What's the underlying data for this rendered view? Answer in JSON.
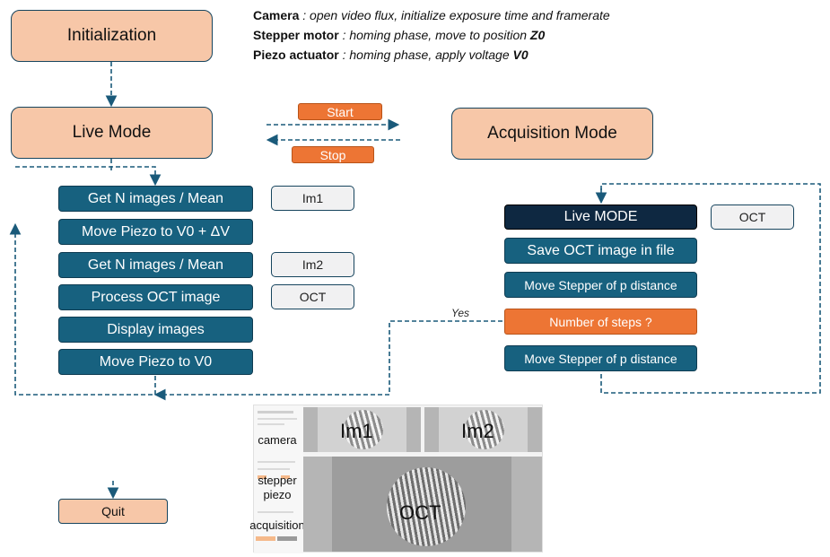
{
  "notes": [
    {
      "bold": "Camera",
      "text": " : open video flux, initialize exposure time and framerate",
      "tail": ""
    },
    {
      "bold": "Stepper motor",
      "text": " : homing phase, move to position ",
      "tail": "Z0"
    },
    {
      "bold": "Piezo actuator",
      "text": " : homing phase, apply voltage  ",
      "tail": "V0"
    }
  ],
  "states": {
    "initialization": "Initialization",
    "live_mode": "Live Mode",
    "acquisition_mode": "Acquisition Mode",
    "quit": "Quit"
  },
  "transitions": {
    "start": "Start",
    "stop": "Stop",
    "yes": "Yes"
  },
  "live_steps": [
    {
      "label": "Get N images / Mean",
      "output": "Im1"
    },
    {
      "label": "Move Piezo to V0 + ΔV",
      "output": ""
    },
    {
      "label": "Get N images / Mean",
      "output": "Im2"
    },
    {
      "label": "Process OCT image",
      "output": "OCT"
    },
    {
      "label": "Display images",
      "output": ""
    },
    {
      "label": "Move Piezo to V0",
      "output": ""
    }
  ],
  "acq_steps": [
    {
      "label": "Live MODE",
      "output": "OCT"
    },
    {
      "label": "Save OCT image in file",
      "output": ""
    },
    {
      "label": "Move Stepper of p distance",
      "output": ""
    },
    {
      "label": "Number of steps ?",
      "output": ""
    },
    {
      "label": "Move Stepper of p distance",
      "output": ""
    }
  ],
  "screenshot": {
    "side_labels": [
      "camera",
      "stepper\npiezo",
      "acquisition"
    ],
    "image_labels": [
      "Im1",
      "Im2",
      "OCT"
    ]
  },
  "colors": {
    "peach": "#f7c7a8",
    "step_blue": "#17617f",
    "orange": "#ed7534",
    "navy": "#0e2841",
    "arrow": "#1a5a7a"
  }
}
